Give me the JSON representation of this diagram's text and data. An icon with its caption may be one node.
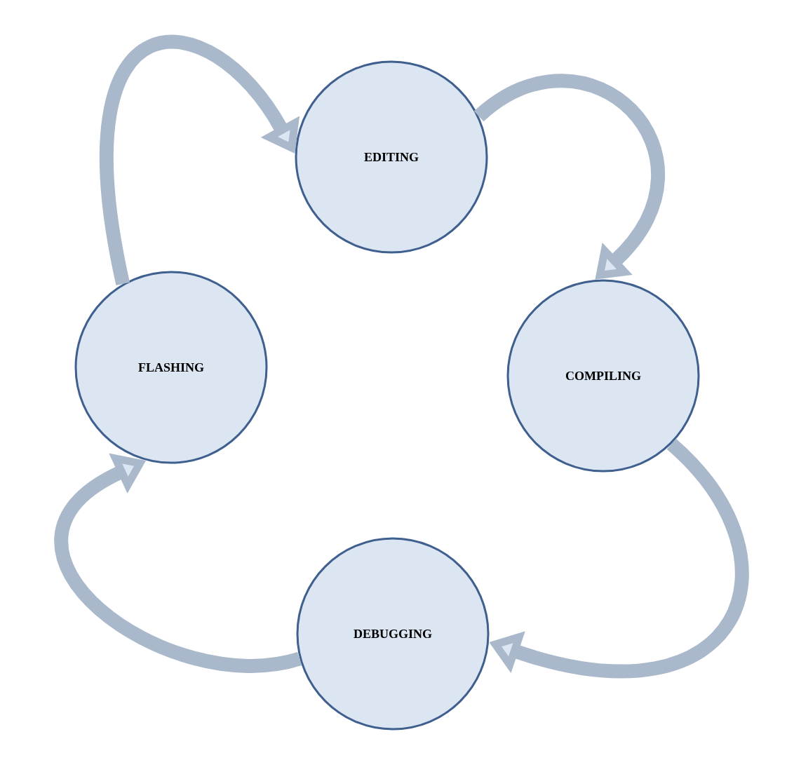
{
  "diagram": {
    "nodes": [
      {
        "text": [
          "EDITING"
        ]
      },
      {
        "text": [
          "COMPILING"
        ]
      },
      {
        "text": [
          "DEBUGGING"
        ]
      },
      {
        "text": [
          "FLASHING"
        ]
      }
    ],
    "edges": [
      {
        "from": 3,
        "to": 0,
        "arrow": "to"
      },
      {
        "from": 0,
        "to": 1,
        "arrow": "to"
      },
      {
        "from": 1,
        "to": 2,
        "arrow": "to"
      },
      {
        "from": 2,
        "to": 3,
        "arrow": "to"
      }
    ]
  }
}
